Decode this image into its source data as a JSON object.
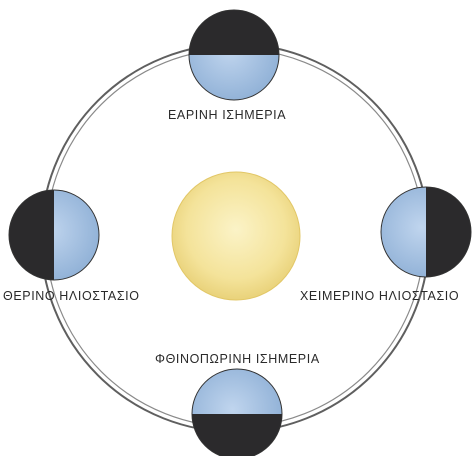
{
  "labels": {
    "spring_equinox": "ΕΑΡΙΝΗ ΙΣΗΜΕΡΙΑ",
    "summer_solstice": "ΘΕΡΙΝΟ ΗΛΙΟΣΤΑΣΙΟ",
    "winter_solstice": "ΧΕΙΜΕΡΙΝΟ ΗΛΙΟΣΤΑΣΙΟ",
    "autumn_equinox": "ΦΘΙΝΟΠΩΡΙΝΗ ΙΣΗΜΕΡΙΑ"
  },
  "colors": {
    "orbit": "#5a5a5a",
    "sun": "#f6e7a0",
    "sun_edge": "#e6cf6a",
    "planet_lit": "#a9c3e2",
    "planet_shadow": "#2b2a2c"
  }
}
